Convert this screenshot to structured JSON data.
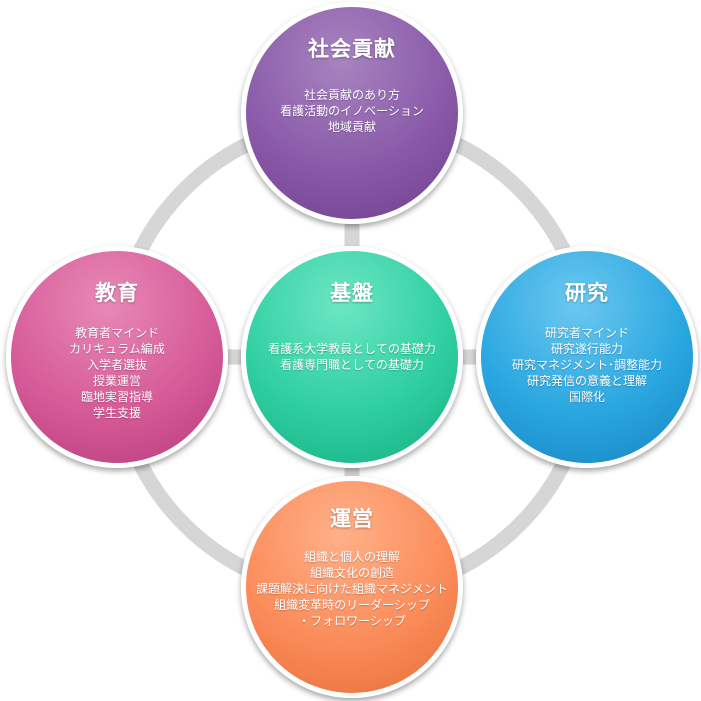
{
  "nodes": {
    "top": {
      "title": "社会貢献",
      "items": [
        "社会貢献のあり方",
        "看護活動のイノベーション",
        "地域貢献"
      ],
      "color": "#8a5aa9"
    },
    "left": {
      "title": "教育",
      "items": [
        "教育者マインド",
        "カリキュラム編成",
        "入学者選抜",
        "授業運営",
        "臨地実習指導",
        "学生支援"
      ],
      "color": "#d65b98"
    },
    "center": {
      "title": "基盤",
      "items": [
        "看護系大学教員としての基礎力",
        "看護専門職としての基礎力"
      ],
      "color": "#2fcfa2"
    },
    "right": {
      "title": "研究",
      "items": [
        "研究者マインド",
        "研究遂行能力",
        "研究マネジメント･調整能力",
        "研究発信の意義と理解",
        "国際化"
      ],
      "color": "#2aa7e0"
    },
    "bottom": {
      "title": "運営",
      "items": [
        "組織と個人の理解",
        "組織文化の創造",
        "課題解決に向けた組織マネジメント",
        "組織変革時のリーダーシップ",
        "・フォロワーシップ"
      ],
      "color": "#fb8c5a"
    }
  },
  "ring_color": "#d6d6d6"
}
